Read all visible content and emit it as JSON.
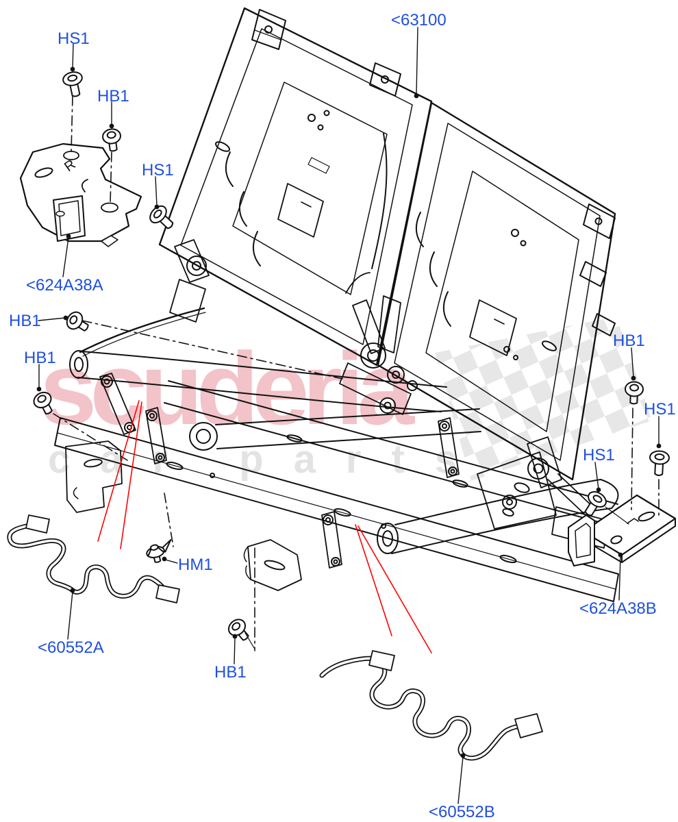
{
  "page": {
    "background": "#FFFFFF"
  },
  "diagram": {
    "type": "exploded-parts-diagram",
    "subject": "rear-seat-back-frame",
    "callouts": {
      "hs1_a": "HS1",
      "hb1_a": "HB1",
      "hs1_b": "HS1",
      "part_63100": "<63100",
      "part_624a38a": "<624A38A",
      "hb1_b": "HB1",
      "hb1_c": "HB1",
      "hb1_d": "HB1",
      "hs1_c": "HS1",
      "hs1_d": "HS1",
      "hm1_a": "HM1",
      "part_60552a": "<60552A",
      "hb1_e": "HB1",
      "part_624a38b": "<624A38B",
      "part_60552b": "<60552B"
    },
    "stamp_marking": "R",
    "colors": {
      "callout": "#1E4FE0",
      "line": "#111111",
      "highlight": "#FF0000",
      "watermark_text": "#F2C3C9",
      "watermark_tagline": "#E3E3E3",
      "watermark_flag": "#E7E7E7"
    }
  },
  "watermark": {
    "brand": "scuderia",
    "tagline": "car parts"
  }
}
